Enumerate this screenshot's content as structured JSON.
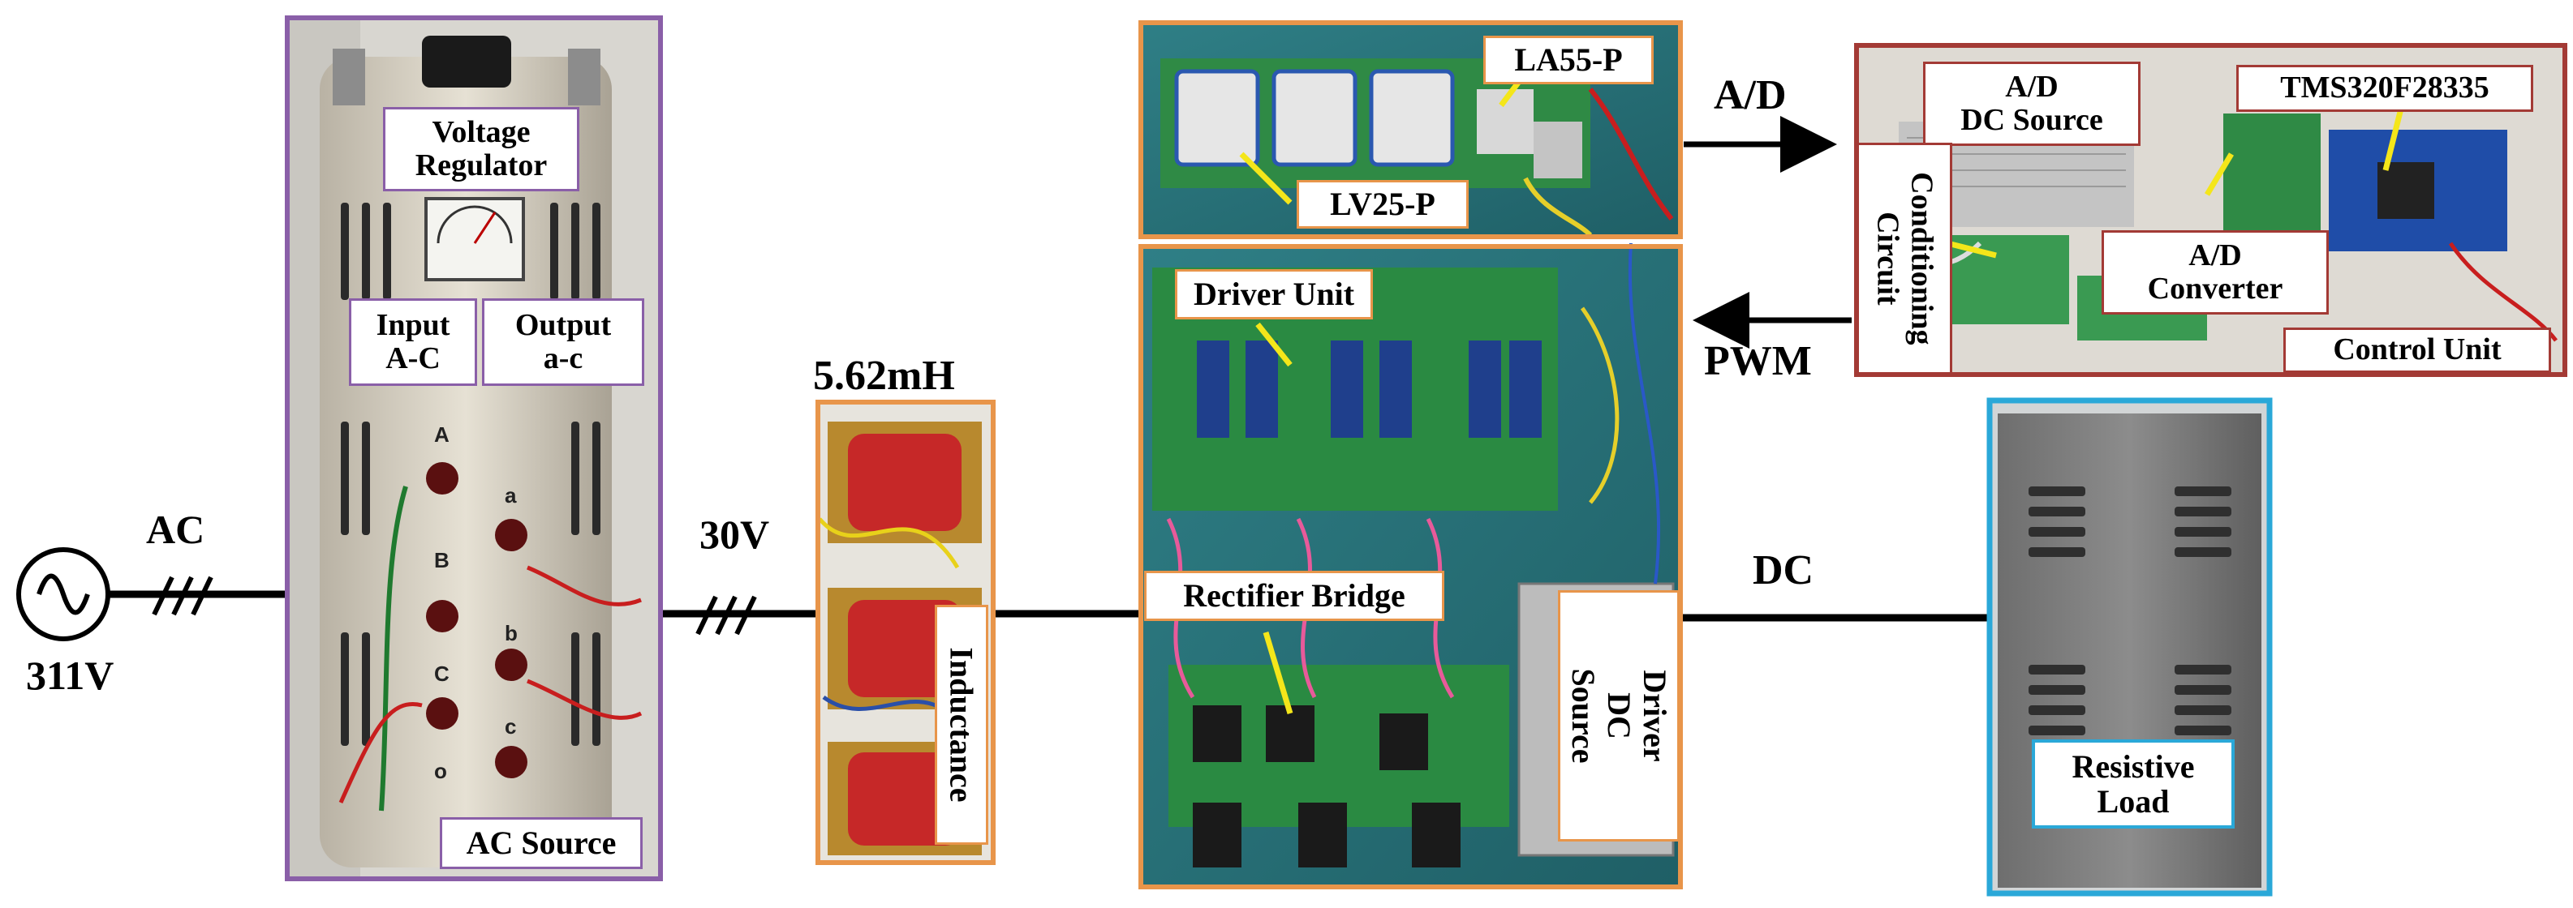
{
  "source": {
    "amplitude": "311V",
    "type_label": "AC"
  },
  "line_voltage": "30V",
  "inductance_value": "5.62mH",
  "labels": {
    "voltage_regulator": "Voltage\nRegulator",
    "input": "Input\nA-C",
    "output": "Output\na-c",
    "ac_source": "AC Source",
    "inductance": "Inductance",
    "la55": "LA55-P",
    "lv25": "LV25-P",
    "driver_unit": "Driver Unit",
    "rectifier_bridge": "Rectifier Bridge",
    "driver_dc_source": "Driver DC\nSource",
    "ad_dc_source": "A/D\nDC Source",
    "tms": "TMS320F28335",
    "conditioning": "Conditioning\nCircuit",
    "ad_converter": "A/D\nConverter",
    "control_unit": "Control Unit",
    "resistive_load": "Resistive\nLoad"
  },
  "arrows": {
    "ad": "A/D",
    "pwm": "PWM",
    "dc": "DC"
  },
  "regulator_terminals": {
    "input": [
      "A",
      "B",
      "C",
      "o"
    ],
    "output": [
      "a",
      "b",
      "c"
    ]
  },
  "frame_colors": {
    "ac_source": "#8a5fa8",
    "inductor": "#e8954a",
    "sensors": "#e8954a",
    "converter": "#e8954a",
    "control": "#a33a35",
    "load": "#2aa8d8"
  }
}
